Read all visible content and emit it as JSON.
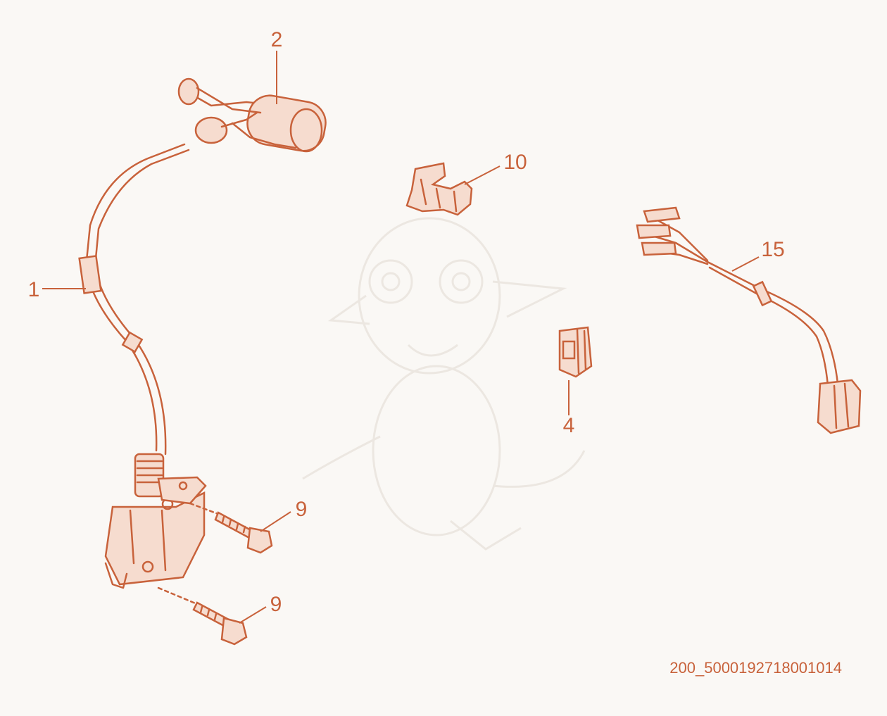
{
  "colors": {
    "accent": "#c8623b",
    "part_fill": "#f6dccf",
    "watermark": "#ece7e1",
    "background": "#faf8f5"
  },
  "callouts": [
    {
      "id": "callout-1",
      "label": "1"
    },
    {
      "id": "callout-2",
      "label": "2"
    },
    {
      "id": "callout-10",
      "label": "10"
    },
    {
      "id": "callout-15",
      "label": "15"
    },
    {
      "id": "callout-4",
      "label": "4"
    },
    {
      "id": "callout-9-upper",
      "label": "9"
    },
    {
      "id": "callout-9-lower",
      "label": "9"
    }
  ],
  "diagram_id": "200_5000192718001014",
  "parts": [
    "clutch-hydraulic-line",
    "master-cylinder",
    "retaining-clip",
    "connector",
    "wiring-harness",
    "slave-cylinder-bracket",
    "bolt"
  ]
}
